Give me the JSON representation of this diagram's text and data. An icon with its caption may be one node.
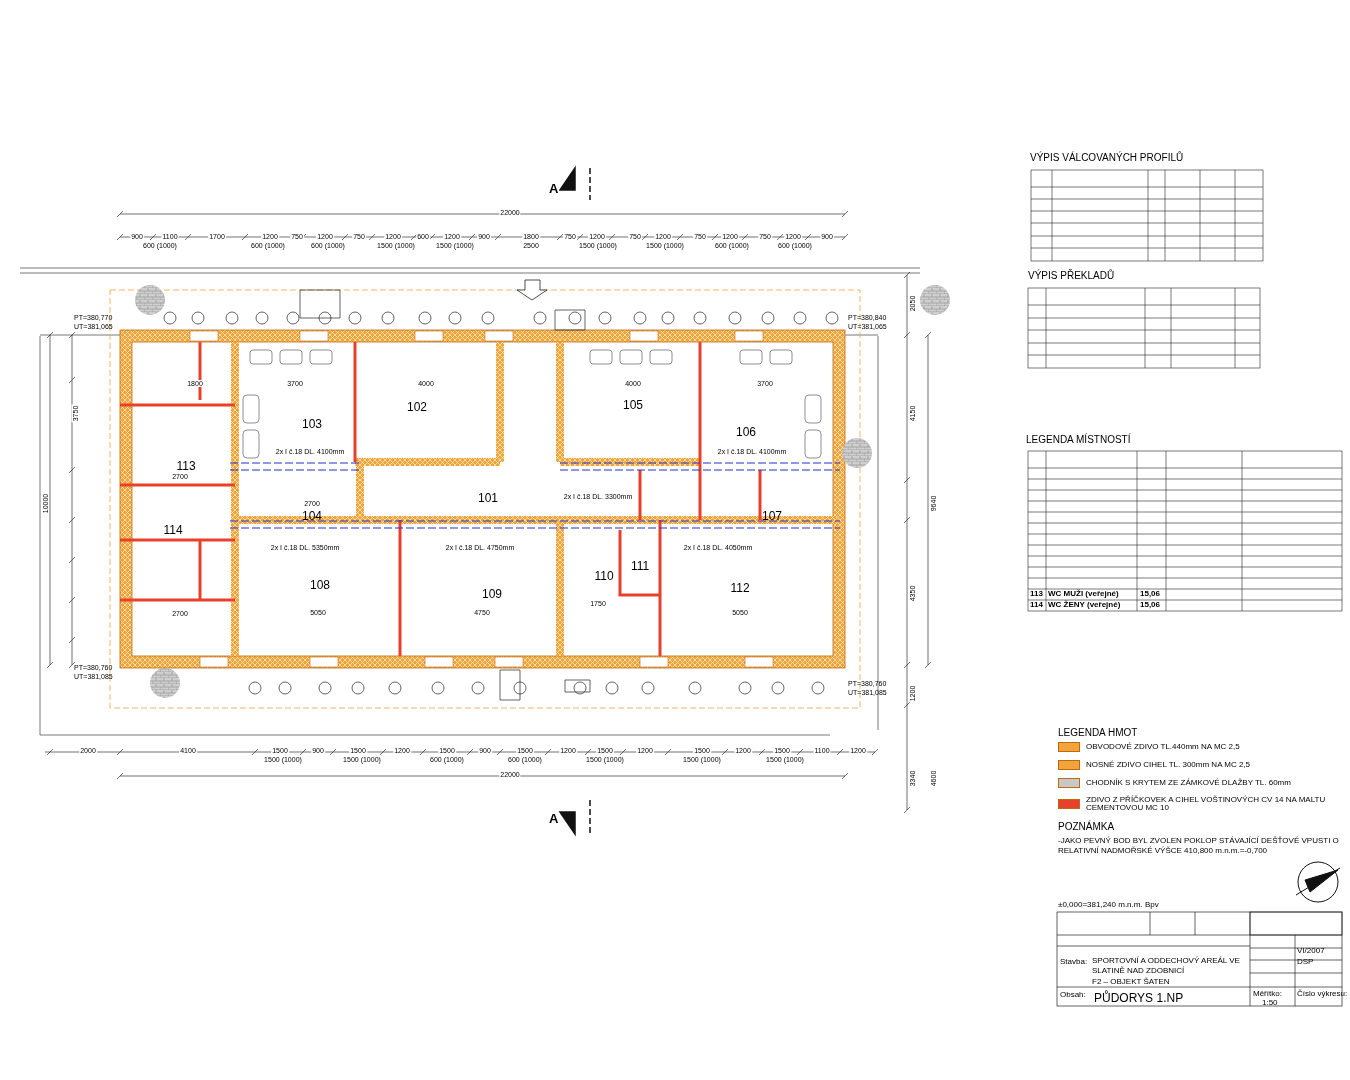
{
  "diagram": {
    "labels": [
      "A",
      "22000",
      "900",
      "1100",
      "600 (1000)",
      "1700",
      "1200",
      "600 (1000)",
      "750",
      "1200",
      "600 (1000)",
      "750",
      "1200",
      "1500 (1000)",
      "600",
      "1200",
      "1500 (1000)",
      "900",
      "1800",
      "2500",
      "750",
      "1200",
      "1500 (1000)",
      "750",
      "1200",
      "1500 (1000)",
      "750",
      "1200",
      "600 (1000)",
      "750",
      "1200",
      "600 (1000)",
      "900",
      "103",
      "102",
      "105",
      "106",
      "113",
      "114",
      "104",
      "101",
      "107",
      "108",
      "109",
      "110",
      "111",
      "112",
      "1800",
      "3700",
      "4000",
      "4000",
      "3700",
      "2700",
      "2700",
      "2700",
      "5050",
      "4750",
      "5050",
      "1750",
      "2x I č.18 DL. 4100mm",
      "2x I č.18 DL. 5350mm",
      "2x I č.18 DL. 3300mm",
      "2x I č.18 DL. 4750mm",
      "2x I č.18 DL. 4050mm",
      "2x I č.18 DL. 4100mm",
      "PT=380,770",
      "UT=381,065",
      "PT=380,840",
      "UT=381,065",
      "PT=380,760",
      "UT=381,085",
      "PT=380,760",
      "UT=381,085",
      "10000",
      "3750",
      "9640",
      "4150",
      "4350",
      "2050",
      "1200",
      "3340",
      "4600",
      "2000",
      "4100",
      "1500",
      "1500 (1000)",
      "900",
      "1500",
      "1500 (1000)",
      "1200",
      "1500",
      "600 (1000)",
      "900",
      "1500",
      "600 (1000)",
      "1200",
      "1500",
      "1500 (1000)",
      "1200",
      "1500",
      "1500 (1000)",
      "1200",
      "1500",
      "1500 (1000)",
      "1100",
      "1200",
      "22000",
      "A",
      "VÝPIS VÁLCOVANÝCH PROFILŮ",
      "VÝPIS PŘEKLADŮ",
      "LEGENDA MÍSTNOSTÍ",
      "113",
      "WC MUŽI (veřejné)",
      "15,06",
      "114",
      "WC ŽENY (veřejné)",
      "15,06",
      "LEGENDA HMOT",
      "POZNÁMKA",
      "-JAKO PEVNÝ BOD BYL ZVOLEN POKLOP STÁVAJÍCÍ DEŠŤOVÉ VPUSTI O RELATIVNÍ NADMOŘSKÉ VÝŠCE 410,800 m.n.m.=-0,700",
      "±0,000=381,240 m.n.m. Bpv",
      "Stavba:",
      "SPORTOVNÍ A ODDECHOVÝ AREÁL VE SLATINĚ NAD ZDOBNICÍ",
      "F2 – OBJEKT ŠATEN",
      "Obsah:",
      "PŮDORYS 1.NP",
      "Měřítko:",
      "1:50",
      "Číslo výkresu:",
      "VI/2007",
      "DSP"
    ],
    "legend": [
      {
        "text": "OBVODOVÉ ZDIVO TL.440mm NA MC 2,5",
        "color": "#f2a33a"
      },
      {
        "text": "NOSNÉ ZDIVO CIHEL TL. 300mm NA MC 2,5",
        "color": "#f2a33a"
      },
      {
        "text": "CHODNÍK S KRYTEM ZE ZÁMKOVÉ DLAŽBY TL. 60mm",
        "color": "#c8c8c8"
      },
      {
        "text": "ZDIVO Z PŘÍČKOVEK A CIHEL VOŠTINOVÝCH CV 14 NA MALTU CEMENTOVOU MC 10",
        "color": "#e8402a"
      }
    ]
  }
}
